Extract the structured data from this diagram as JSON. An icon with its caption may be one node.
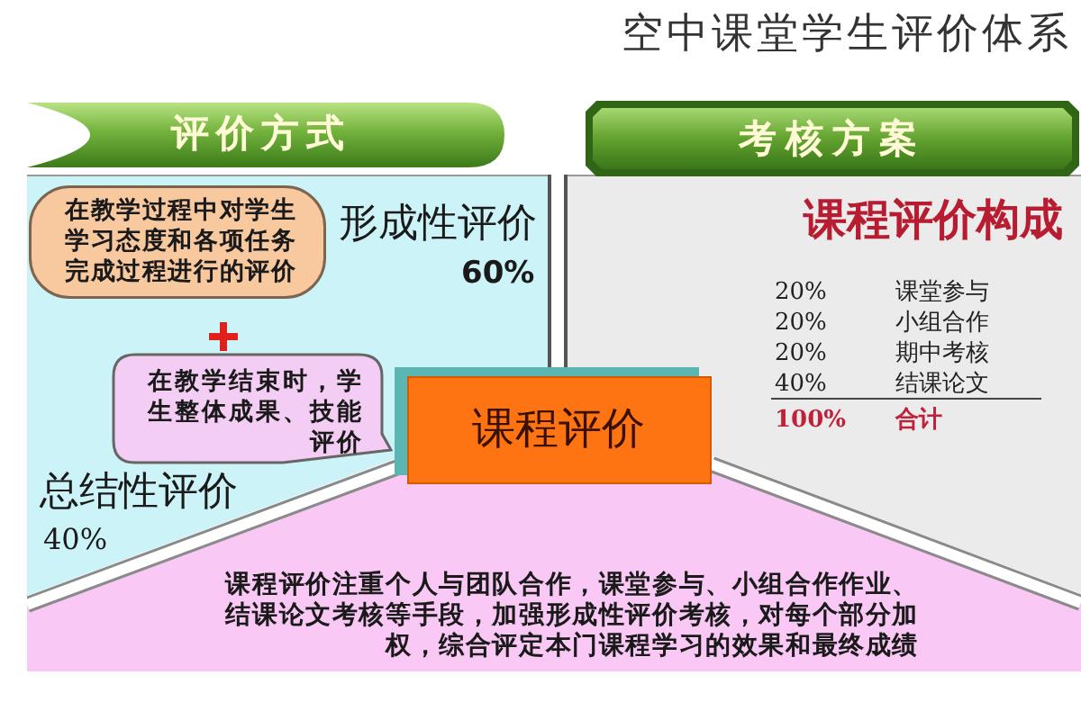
{
  "diagram": {
    "title": "空中课堂学生评价体系",
    "nodes": [
      {
        "text": [
          "评价方式"
        ]
      },
      {
        "text": [
          "考核方案"
        ]
      },
      {
        "text": [
          "形成性评价",
          "60%",
          "总结性评价",
          "40%"
        ]
      },
      {
        "text": [
          "在教学过程中对学生学习态度和各项任务完成过程进行的评价"
        ],
        "in": 2
      },
      {
        "text": [
          "在教学结束时，学生整体成果、技能评价"
        ],
        "in": 2
      },
      {
        "text": [
          "课程评价构成"
        ]
      },
      {
        "text": [
          "课程评价"
        ]
      },
      {
        "text": [
          "课程评价注重个人与团队合作，课堂参与、小组合作作业、结课论文考核等手段，加强形成性评价考核，对每个部分加权，综合评定本门课程学习的效果和最终成绩"
        ]
      }
    ],
    "labels": [
      "课堂参与",
      "20%",
      "小组合作",
      "20%",
      "期中考核",
      "20%",
      "结课论文",
      "40%",
      "合计",
      "100%"
    ]
  }
}
